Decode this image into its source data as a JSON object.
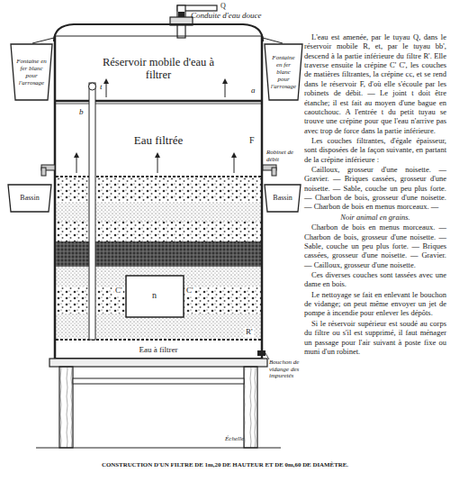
{
  "diagram": {
    "caption": "CONSTRUCTION D'UN FILTRE DE 1m,20 DE HAUTEUR ET DE 0m,60 DE DIAMÈTRE.",
    "nodes": [
      {
        "text": [
          "Fontaine en fer blanc pour l'arrosage"
        ]
      },
      {
        "text": [
          "Réservoir mobile d'eau à filtrer"
        ]
      },
      {
        "text": [
          "Fontaine en fer blanc pour l'arrosage"
        ]
      },
      {
        "text": [
          "Eau filtrée"
        ]
      },
      {
        "text": [
          "Bassin"
        ]
      },
      {
        "text": [
          "Bassin"
        ]
      },
      {
        "text": [
          "Eau à filtrer"
        ]
      }
    ],
    "labels": [
      "Conduite d'eau douce",
      "Q",
      "a",
      "t",
      "b",
      "F",
      "Robinet de débit",
      "C'",
      "n",
      "C'",
      "R'",
      "Bouchon de vidange des impuretés",
      "Échelle",
      "L'eau est amenée, par le tuyau Q, dans le réservoir mobile R, et, par le tuyau bb', descend à la partie inférieure du filtre R'. Elle traverse ensuite la crépine C' C', les couches de matières filtrantes, la crépine cc, et se rend dans le réservoir F, d'où elle s'écoule par les robinets de débit. — Le joint t doit être étanche; il est fait au moyen d'une bague en caoutchouc. A l'entrée t du petit tuyau se trouve une crépine pour que l'eau n'arrive pas avec trop de force dans la partie inférieure.",
      "Les couches filtrantes, d'égale épaisseur, sont disposées de la façon suivante, en partant de la crépine inférieure :",
      "Cailloux, grosseur d'une noisette. — Gravier. — Briques cassées, grosseur d'une noisette. — Sable, couche un peu plus forte. — Charbon de bois, grosseur d'une noisette. — Charbon de bois en menus morceaux. —",
      "Noir animal en grains.",
      "Charbon de bois en menus morceaux. — Charbon de bois, grosseur d'une noisette. — Sable, couche un peu plus forte. — Briques cassées, grosseur d'une noisette. — Gravier. — Cailloux, grosseur d'une noisette.",
      "Ces diverses couches sont tassées avec une dame en bois.",
      "Le nettoyage se fait en enlevant le bouchon de vidange; on peut même envoyer un jet de pompe à incendie pour enlever les dépôts.",
      "Si le réservoir supérieur est soudé au corps du filtre ou s'il est supprimé, il faut ménager un passage pour l'air suivant à poste fixe ou muni d'un robinet."
    ]
  }
}
